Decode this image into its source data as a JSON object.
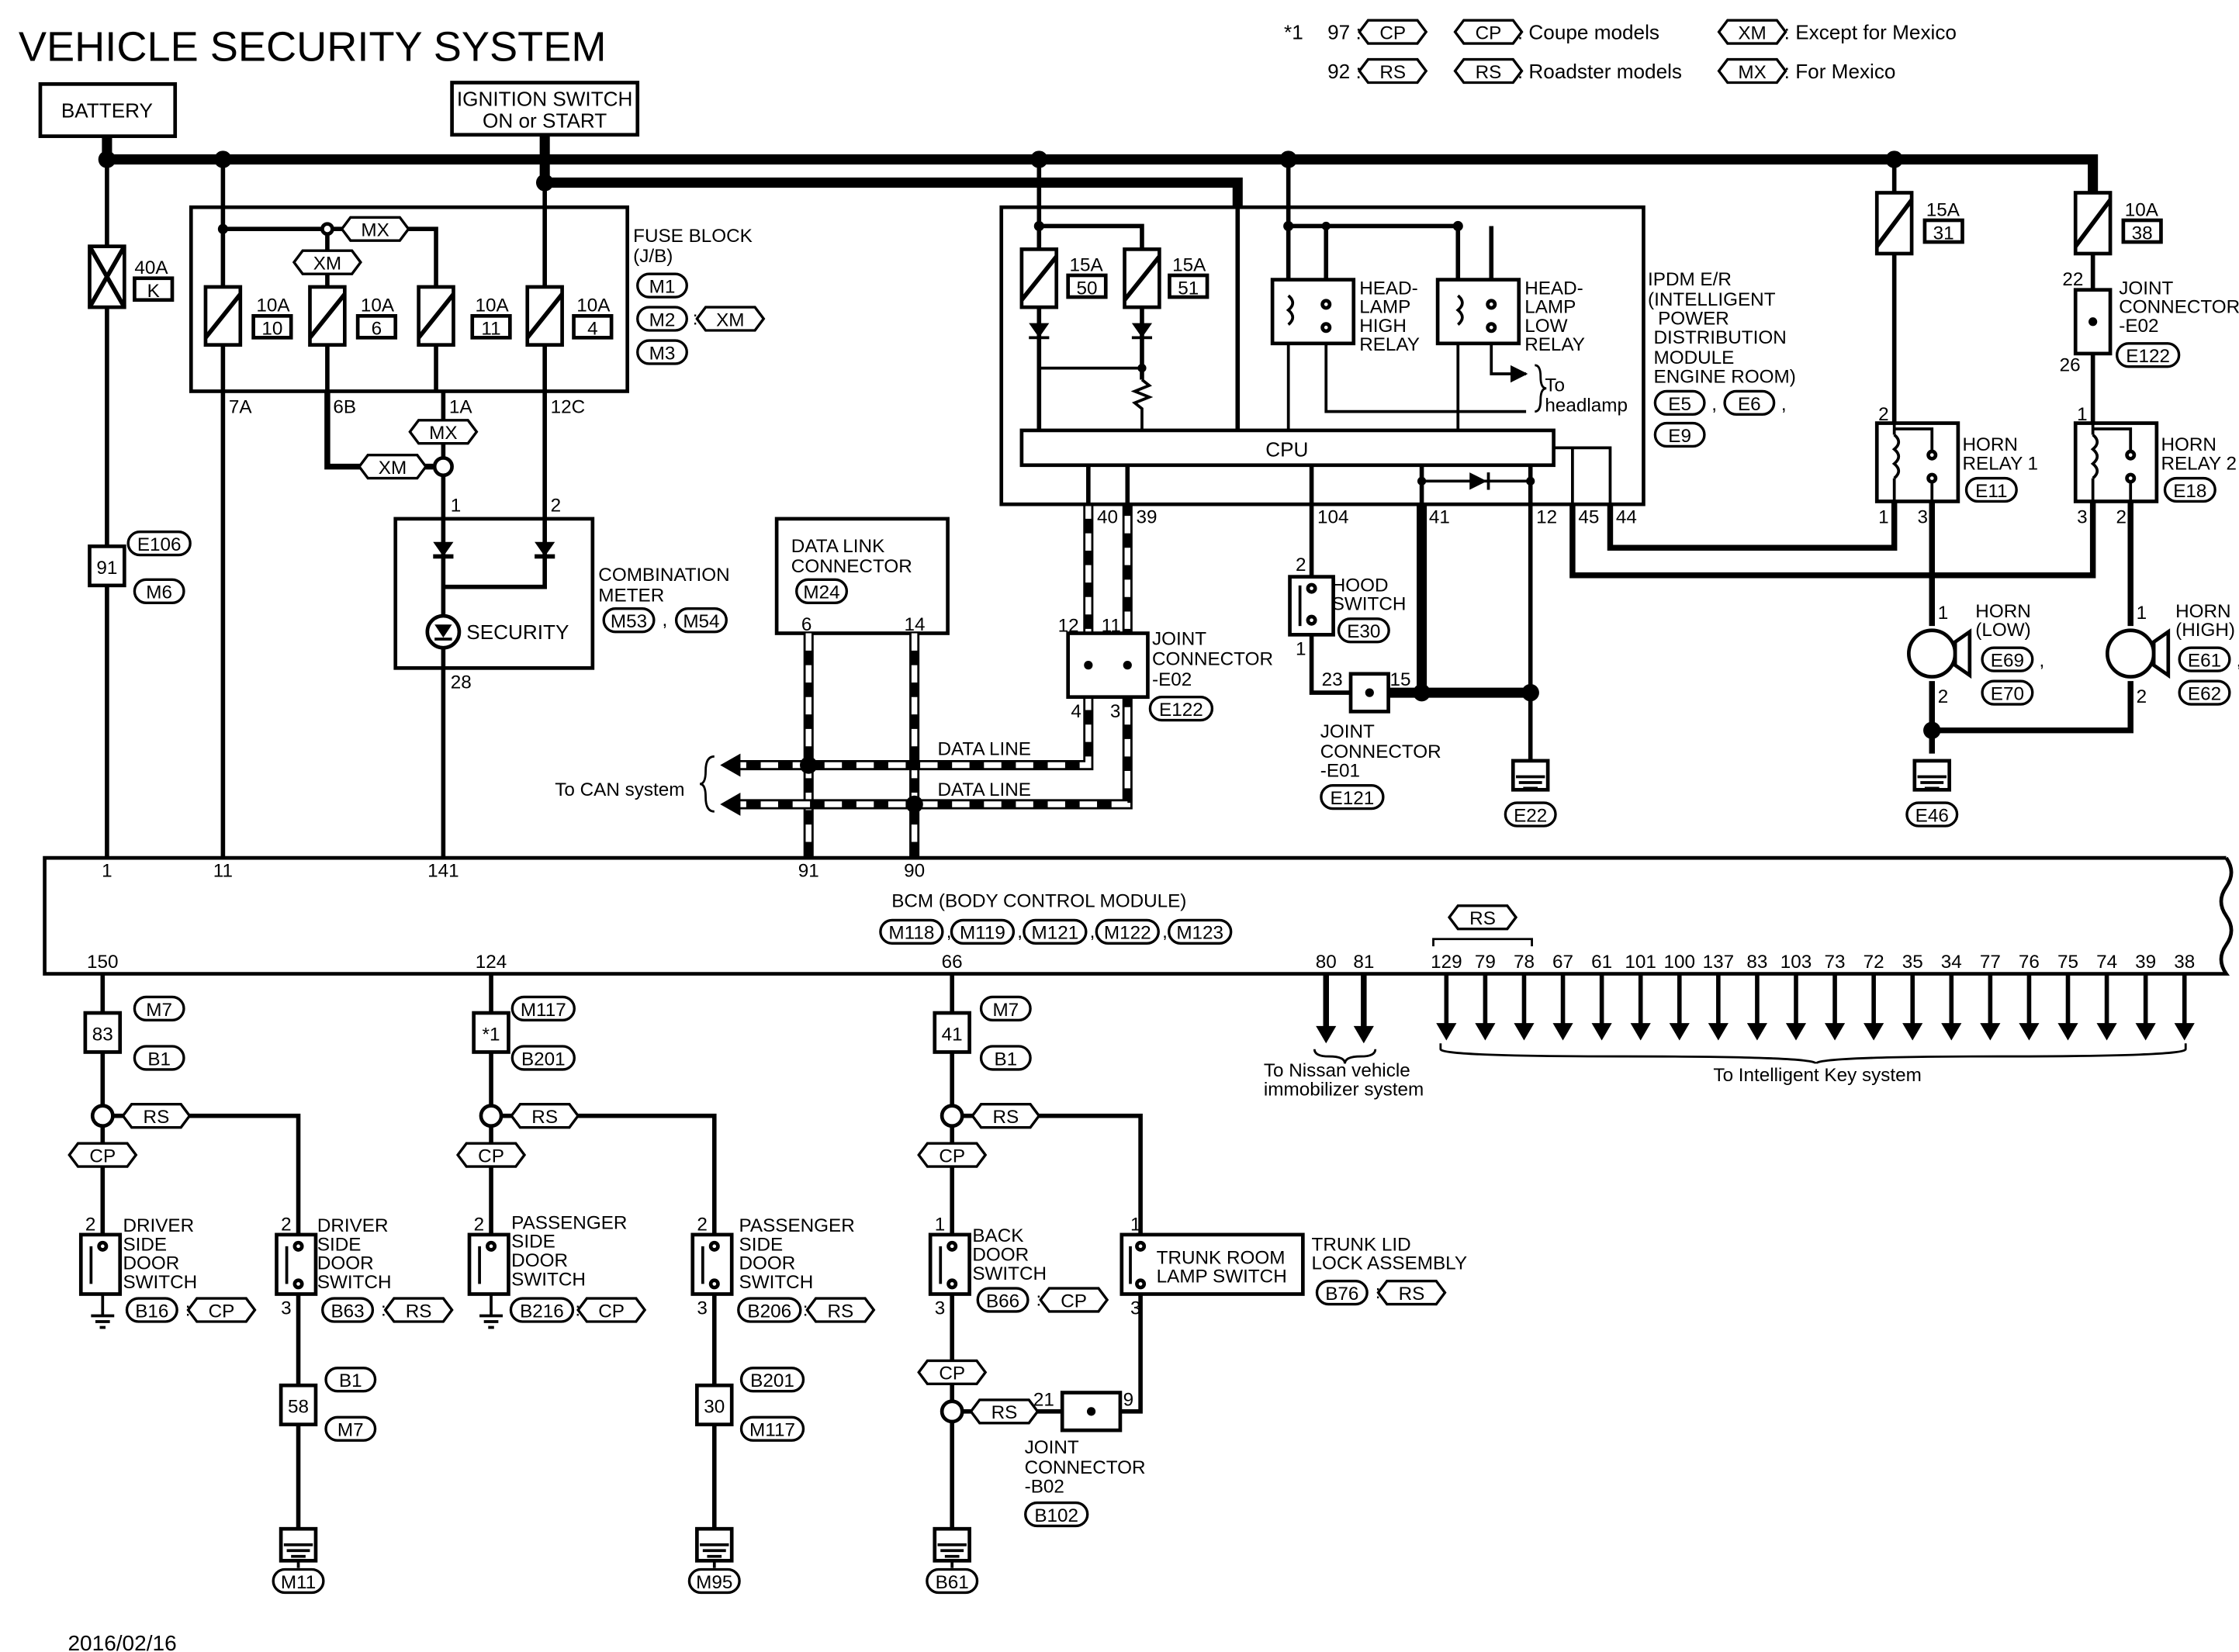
{
  "title": "VEHICLE SECURITY SYSTEM",
  "date": "2016/02/16",
  "legend": {
    "star": "*1",
    "r1_num": "97 :",
    "r2_num": "92 :",
    "cp": "CP",
    "rs": "RS",
    "xm": "XM",
    "mx": "MX",
    "coupe": ": Coupe models",
    "roadster": ": Roadster models",
    "except_mexico": ": Except for Mexico",
    "for_mexico": ": For Mexico"
  },
  "battery": "BATTERY",
  "ignition": [
    "IGNITION SWITCH",
    "ON or START"
  ],
  "fuse_block": {
    "label": [
      "FUSE BLOCK",
      "(J/B)"
    ],
    "conns": [
      "M1",
      "M2",
      "M3"
    ],
    "colon": ":",
    "fuses": [
      {
        "amp": "10A",
        "no": "10",
        "out": "7A"
      },
      {
        "amp": "10A",
        "no": "6",
        "out": "6B"
      },
      {
        "amp": "10A",
        "no": "11",
        "out": "1A"
      },
      {
        "amp": "10A",
        "no": "4",
        "out": "12C"
      }
    ]
  },
  "main_fuse": {
    "amp": "40A",
    "no": "K"
  },
  "joint91": {
    "no": "91",
    "c1": "E106",
    "c2": "M6"
  },
  "combination_meter": {
    "label": [
      "COMBINATION",
      "METER"
    ],
    "conns": [
      "M53",
      "M54"
    ],
    "security": "SECURITY",
    "pins": [
      "1",
      "2",
      "28"
    ]
  },
  "dlc": {
    "label": [
      "DATA LINK",
      "CONNECTOR"
    ],
    "conn": "M24",
    "pins": [
      "6",
      "14"
    ]
  },
  "can": {
    "to": "To CAN system",
    "line1": "DATA LINE",
    "line2": "DATA LINE"
  },
  "jc_e02": {
    "label": [
      "JOINT",
      "CONNECTOR",
      "-E02"
    ],
    "conn": "E122",
    "pins": [
      "12",
      "11",
      "4",
      "3"
    ]
  },
  "ipdm": {
    "label": [
      "IPDM E/R",
      "(INTELLIGENT",
      "POWER",
      "DISTRIBUTION",
      "MODULE",
      "ENGINE ROOM)"
    ],
    "conns": [
      "E5",
      "E6",
      "E9"
    ],
    "fuse1": {
      "amp": "15A",
      "no": "50"
    },
    "fuse2": {
      "amp": "15A",
      "no": "51"
    },
    "relay_high": [
      "HEAD-",
      "LAMP",
      "HIGH",
      "RELAY"
    ],
    "relay_low": [
      "HEAD-",
      "LAMP",
      "LOW",
      "RELAY"
    ],
    "to_headlamp": [
      "To",
      "headlamp"
    ],
    "cpu": "CPU",
    "pins": [
      "40",
      "39",
      "104",
      "41",
      "12",
      "45",
      "44"
    ]
  },
  "hood": {
    "label": [
      "HOOD",
      "SWITCH"
    ],
    "conn": "E30",
    "pins": [
      "2",
      "1"
    ]
  },
  "jc_e01": {
    "label": [
      "JOINT",
      "CONNECTOR",
      "-E01"
    ],
    "conn": "E121",
    "pins": [
      "23",
      "15"
    ]
  },
  "grounds": {
    "e22": "E22",
    "e46": "E46",
    "m11": "M11",
    "m95": "M95",
    "b61": "B61"
  },
  "fuse31": {
    "amp": "15A",
    "no": "31"
  },
  "fuse38": {
    "amp": "10A",
    "no": "38"
  },
  "jc_e02b": {
    "label": [
      "JOINT",
      "CONNECTOR",
      "-E02"
    ],
    "conn": "E122",
    "pins": [
      "22",
      "26"
    ]
  },
  "horn_relay1": {
    "label": [
      "HORN",
      "RELAY 1"
    ],
    "conn": "E11",
    "pins": [
      "2",
      "1",
      "3"
    ]
  },
  "horn_relay2": {
    "label": [
      "HORN",
      "RELAY 2"
    ],
    "conn": "E18",
    "pins": [
      "1",
      "3",
      "2"
    ]
  },
  "horn_low": {
    "label": [
      "HORN",
      "(LOW)"
    ],
    "conns": [
      "E69",
      "E70"
    ],
    "pins": [
      "1",
      "2"
    ]
  },
  "horn_high": {
    "label": [
      "HORN",
      "(HIGH)"
    ],
    "conns": [
      "E61",
      "E62"
    ],
    "pins": [
      "1",
      "2"
    ]
  },
  "bcm": {
    "label": "BCM (BODY CONTROL MODULE)",
    "conns": [
      "M118",
      "M119",
      "M121",
      "M122",
      "M123"
    ],
    "top_pins": [
      "1",
      "11",
      "141",
      "91",
      "90"
    ],
    "bot_pins": [
      "150",
      "124",
      "66",
      "80",
      "81"
    ],
    "key_pins": [
      "129",
      "79",
      "78",
      "67",
      "61",
      "101",
      "100",
      "137",
      "83",
      "103",
      "73",
      "72",
      "35",
      "34",
      "77",
      "76",
      "75",
      "74",
      "39",
      "38"
    ],
    "rs_tag": "RS"
  },
  "to_immobilizer": [
    "To Nissan vehicle",
    "immobilizer system"
  ],
  "to_intelligent_key": "To Intelligent Key system",
  "col1": {
    "joint": "83",
    "c1": "M7",
    "c2": "B1",
    "rs": "RS",
    "cp": "CP"
  },
  "col2": {
    "joint": "*1",
    "c1": "M117",
    "c2": "B201",
    "rs": "RS",
    "cp": "CP"
  },
  "col3": {
    "joint": "41",
    "c1": "M7",
    "c2": "B1",
    "rs": "RS",
    "cp": "CP",
    "cp2": "CP",
    "rs2": "RS"
  },
  "drv_cp": {
    "label": [
      "DRIVER",
      "SIDE",
      "DOOR",
      "SWITCH"
    ],
    "conn": "B16",
    "tag": "CP",
    "pin": "2"
  },
  "drv_rs": {
    "label": [
      "DRIVER",
      "SIDE",
      "DOOR",
      "SWITCH"
    ],
    "conn": "B63",
    "tag": "RS",
    "pins": [
      "2",
      "3"
    ]
  },
  "joint58": {
    "no": "58",
    "c1": "B1",
    "c2": "M7"
  },
  "pas_cp": {
    "label": [
      "PASSENGER",
      "SIDE",
      "DOOR",
      "SWITCH"
    ],
    "conn": "B216",
    "tag": "CP",
    "pin": "2"
  },
  "pas_rs": {
    "label": [
      "PASSENGER",
      "SIDE",
      "DOOR",
      "SWITCH"
    ],
    "conn": "B206",
    "tag": "RS",
    "pins": [
      "2",
      "3"
    ]
  },
  "joint30": {
    "no": "30",
    "c1": "B201",
    "c2": "M117"
  },
  "back_door": {
    "label": [
      "BACK",
      "DOOR",
      "SWITCH"
    ],
    "conn": "B66",
    "tag": "CP",
    "pins": [
      "1",
      "3"
    ]
  },
  "trunk_lamp": {
    "label": [
      "TRUNK ROOM",
      "LAMP SWITCH"
    ],
    "pins": [
      "1",
      "3"
    ]
  },
  "trunk_lock": {
    "label": [
      "TRUNK LID",
      "LOCK ASSEMBLY"
    ],
    "conn": "B76",
    "tag": "RS"
  },
  "jc_b02": {
    "label": [
      "JOINT",
      "CONNECTOR",
      "-B02"
    ],
    "conn": "B102",
    "pins": [
      "21",
      "9"
    ]
  }
}
